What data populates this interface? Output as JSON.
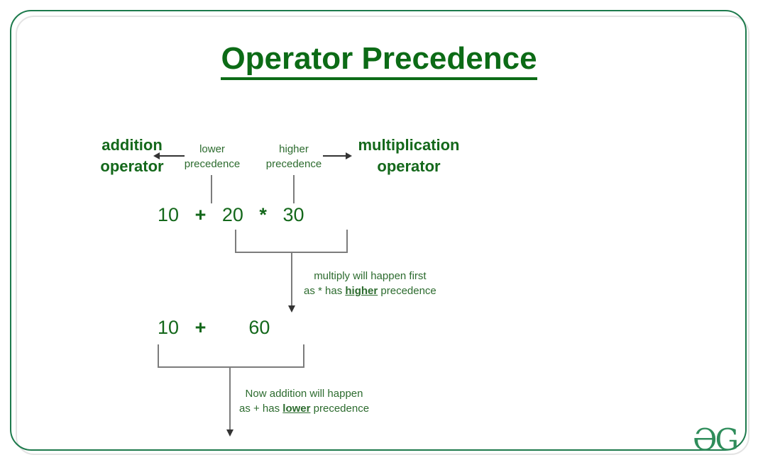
{
  "page": {
    "title": "Operator Precedence",
    "brand_logo": "ƏG",
    "colors": {
      "green_text": "#14681b",
      "title_green": "#0c6b16",
      "frame_green": "#1d7a4c",
      "frame_gray": "#e3e3e3",
      "line_gray": "#7c7c7c",
      "arrow_dark": "#333333",
      "background": "#ffffff"
    }
  },
  "labels": {
    "addition_operator_line1": "addition",
    "addition_operator_line2": "operator",
    "multiplication_operator_line1": "multiplication",
    "multiplication_operator_line2": "operator",
    "lower_precedence_line1": "lower",
    "lower_precedence_line2": "precedence",
    "higher_precedence_line1": "higher",
    "higher_precedence_line2": "precedence"
  },
  "expression_1": {
    "operand_a": "10",
    "operator_1": "+",
    "operand_b": "20",
    "operator_2": "*",
    "operand_c": "30"
  },
  "expression_2": {
    "operand_a": "10",
    "operator_1": "+",
    "operand_b": "60"
  },
  "notes": {
    "multiply_note_line1": "multiply will happen first",
    "multiply_note_line2_pre": "as * has ",
    "multiply_note_line2_em": "higher",
    "multiply_note_line2_post": " precedence",
    "addition_note_line1": "Now addition will happen",
    "addition_note_line2_pre": "as + has ",
    "addition_note_line2_em": "lower",
    "addition_note_line2_post": " precedence"
  },
  "icons": {
    "arrow_left": "arrow-left-icon",
    "arrow_right": "arrow-right-icon",
    "arrow_down_multiply": "arrow-down-icon",
    "arrow_down_addition": "arrow-down-icon"
  }
}
